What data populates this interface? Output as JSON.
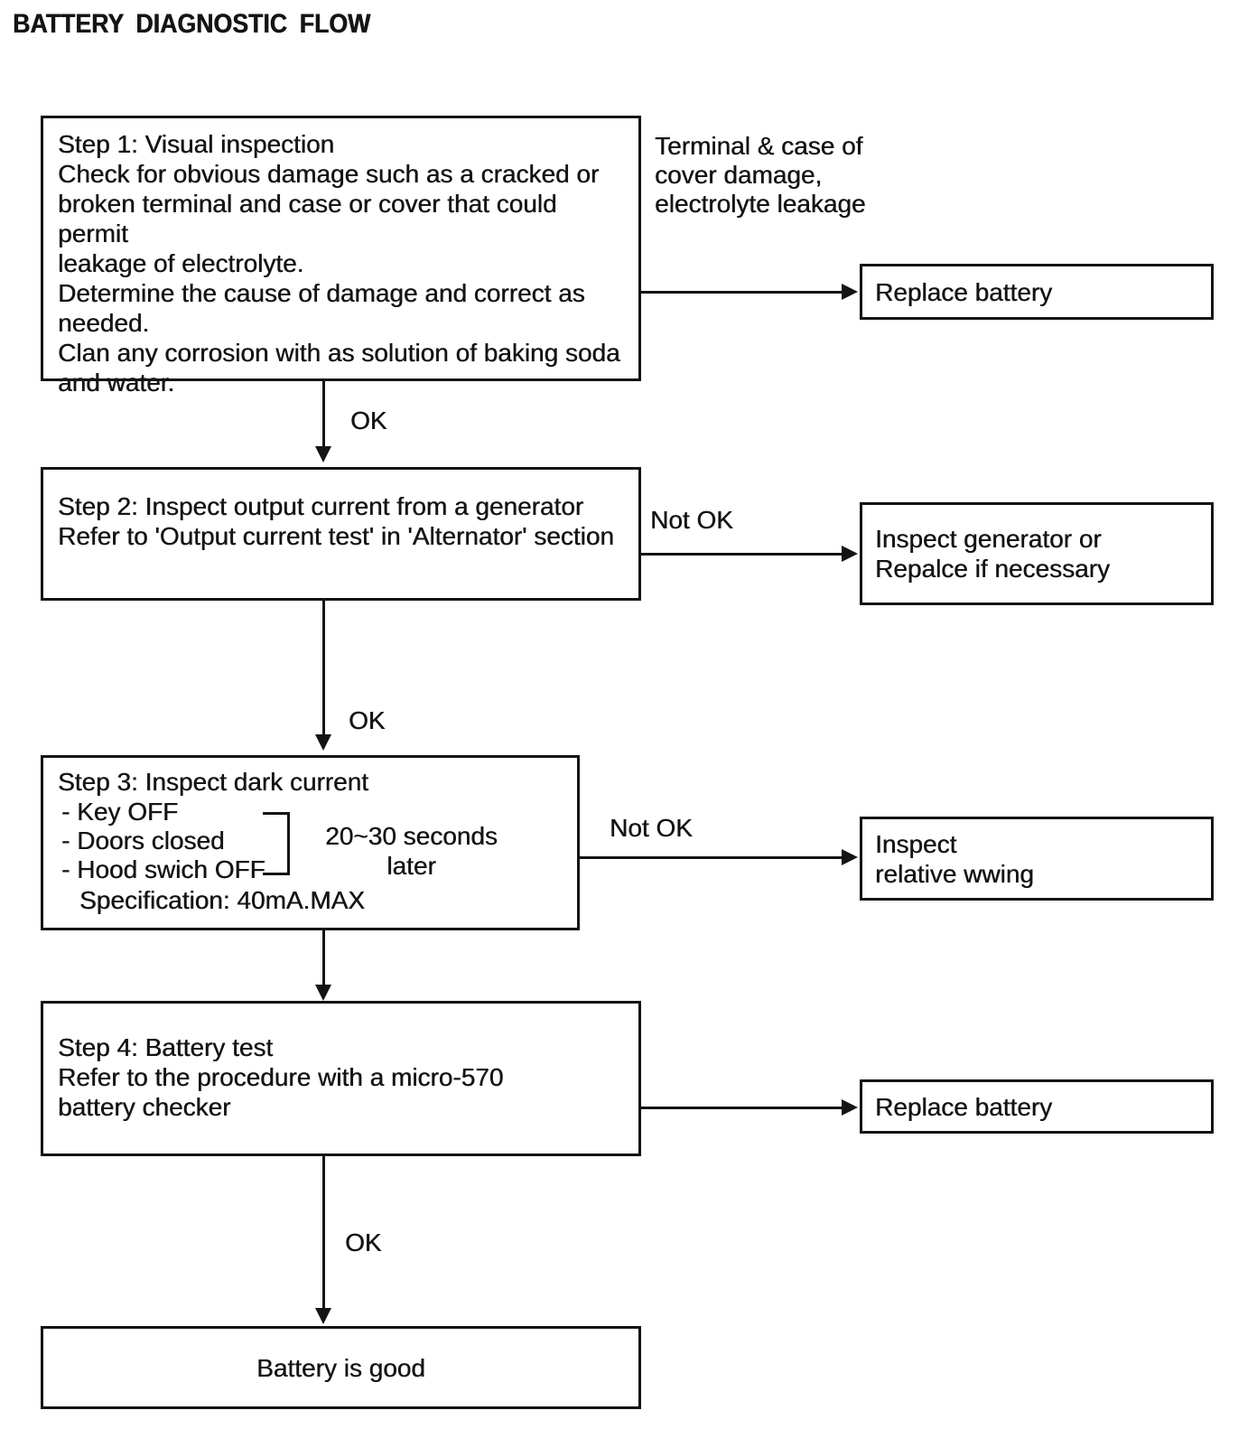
{
  "page_title": "BATTERY DIAGNOSTIC FLOW",
  "steps": {
    "step1": {
      "text": "Step 1: Visual inspection\nCheck for obvious damage such as a cracked or\nbroken terminal and case or cover that could permit\nleakage of electrolyte.\nDetermine the cause of damage and correct as\nneeded.\nClan any corrosion with as solution of baking soda\nand water."
    },
    "step2": {
      "text": "Step 2: Inspect output current from a generator\nRefer to 'Output current test' in 'Alternator' section"
    },
    "step3": {
      "heading": "Step 3: Inspect dark current",
      "checklist": "- Key OFF\n- Doors closed\n- Hood swich OFF",
      "timing_note": "20~30 seconds\nlater",
      "spec": "Specification: 40mA.MAX"
    },
    "step4": {
      "text": "Step 4: Battery test\nRefer to the procedure with a micro-570\nbattery checker"
    },
    "final": {
      "text": "Battery is good"
    }
  },
  "branches": {
    "step1_condition": "Terminal & case of\ncover damage,\nelectrolyte leakage",
    "step1_outcome": "Replace battery",
    "step2_outcome": "Inspect generator or\nRepalce if necessary",
    "step3_outcome": "Inspect\nrelative wwing",
    "step4_outcome": "Replace battery"
  },
  "edge_labels": {
    "ok_step1": "OK",
    "ok_step2": "OK",
    "ok_step4": "OK",
    "not_ok_step2": "Not OK",
    "not_ok_step3": "Not OK"
  },
  "colors": {
    "ink": "#141414",
    "paper": "#ffffff"
  }
}
